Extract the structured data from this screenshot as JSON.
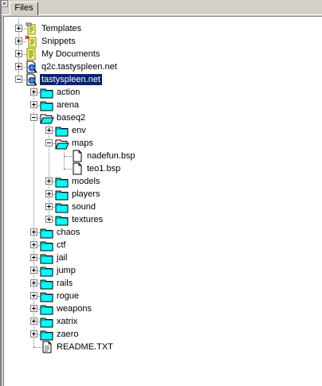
{
  "window": {
    "close_glyph": "×",
    "tab_label": "Files"
  },
  "tree": {
    "items": [
      {
        "label": "Templates",
        "icon": "templates-icon",
        "depth": 0,
        "expander": "plus"
      },
      {
        "label": "Snippets",
        "icon": "snippets-icon",
        "depth": 0,
        "expander": "plus"
      },
      {
        "label": "My Documents",
        "icon": "documents-icon",
        "depth": 0,
        "expander": "plus"
      },
      {
        "label": "q2c.tastyspleen.net",
        "icon": "ftp-site-icon",
        "depth": 0,
        "expander": "plus"
      },
      {
        "label": "tastyspleen.net",
        "icon": "ftp-site-icon",
        "depth": 0,
        "expander": "minus",
        "selected": true
      },
      {
        "label": "action",
        "icon": "folder-icon",
        "depth": 1,
        "expander": "plus"
      },
      {
        "label": "arena",
        "icon": "folder-icon",
        "depth": 1,
        "expander": "plus"
      },
      {
        "label": "baseq2",
        "icon": "folder-open-icon",
        "depth": 1,
        "expander": "minus"
      },
      {
        "label": "env",
        "icon": "folder-icon",
        "depth": 2,
        "expander": "plus"
      },
      {
        "label": "maps",
        "icon": "folder-open-icon",
        "depth": 2,
        "expander": "minus"
      },
      {
        "label": "nadefun.bsp",
        "icon": "file-icon",
        "depth": 3,
        "expander": "none"
      },
      {
        "label": "teo1.bsp",
        "icon": "file-icon",
        "depth": 3,
        "expander": "none"
      },
      {
        "label": "models",
        "icon": "folder-icon",
        "depth": 2,
        "expander": "plus"
      },
      {
        "label": "players",
        "icon": "folder-icon",
        "depth": 2,
        "expander": "plus"
      },
      {
        "label": "sound",
        "icon": "folder-icon",
        "depth": 2,
        "expander": "plus"
      },
      {
        "label": "textures",
        "icon": "folder-icon",
        "depth": 2,
        "expander": "plus"
      },
      {
        "label": "chaos",
        "icon": "folder-icon",
        "depth": 1,
        "expander": "plus"
      },
      {
        "label": "ctf",
        "icon": "folder-icon",
        "depth": 1,
        "expander": "plus"
      },
      {
        "label": "jail",
        "icon": "folder-icon",
        "depth": 1,
        "expander": "plus"
      },
      {
        "label": "jump",
        "icon": "folder-icon",
        "depth": 1,
        "expander": "plus"
      },
      {
        "label": "rails",
        "icon": "folder-icon",
        "depth": 1,
        "expander": "plus"
      },
      {
        "label": "rogue",
        "icon": "folder-icon",
        "depth": 1,
        "expander": "plus"
      },
      {
        "label": "weapons",
        "icon": "folder-icon",
        "depth": 1,
        "expander": "plus"
      },
      {
        "label": "xatrix",
        "icon": "folder-icon",
        "depth": 1,
        "expander": "plus"
      },
      {
        "label": "zaero",
        "icon": "folder-icon",
        "depth": 1,
        "expander": "plus"
      },
      {
        "label": "README.TXT",
        "icon": "text-file-icon",
        "depth": 1,
        "expander": "none"
      }
    ]
  },
  "colors": {
    "selection_bg": "#0a246a",
    "folder_fill": "#00ffff",
    "panel_bg": "#ffffff",
    "chrome_bg": "#d4d0c8"
  }
}
